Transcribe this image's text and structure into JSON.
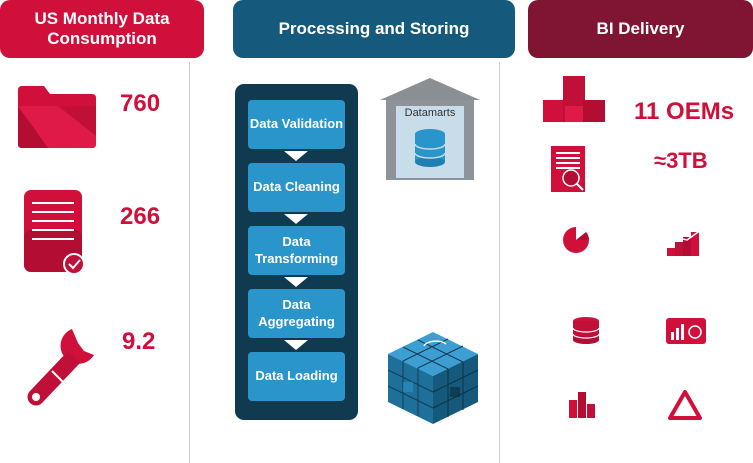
{
  "headers": {
    "left": "US Monthly Data Consumption",
    "middle": "Processing and Storing",
    "right": "BI Delivery"
  },
  "left_stats": [
    {
      "icon": "folder-icon",
      "value": "760"
    },
    {
      "icon": "document-check-icon",
      "value": "266"
    },
    {
      "icon": "wrench-icon",
      "value": "9.2"
    }
  ],
  "pipeline_steps": [
    "Data Validation",
    "Data Cleaning",
    "Data Transforming",
    "Data Aggregating",
    "Data Loading"
  ],
  "warehouse_label": "Datamarts",
  "right_stats": [
    {
      "icon": "puzzle-icon",
      "value": "11 OEMs"
    },
    {
      "icon": "report-search-icon",
      "value": "≈3TB"
    }
  ],
  "right_icons": [
    "pie-chart-icon",
    "growth-chart-icon",
    "database-icon",
    "dashboard-icon",
    "bar-chart-icon",
    "triangle-icon"
  ],
  "colors": {
    "red": "#d0103a",
    "navy": "#155a7c",
    "maroon": "#7f1532",
    "step_blue": "#2a95cb",
    "panel": "#0f3a4f"
  }
}
